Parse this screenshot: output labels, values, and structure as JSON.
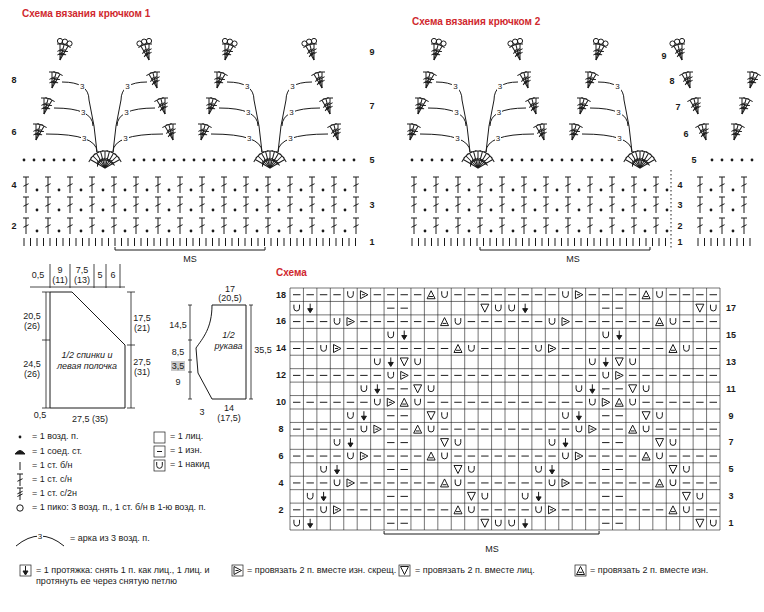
{
  "diagram": {
    "nodes": [
      {
        "text": [
          "1/2 спинки и левая полочка"
        ]
      },
      {
        "text": [
          "1/2 рукава"
        ]
      }
    ],
    "labels": [
      "Схема вязания крючком 1",
      "Схема вязания крючком 2",
      "8",
      "6",
      "4",
      "2",
      "9",
      "7",
      "5",
      "3",
      "1",
      "MS",
      "9",
      "8",
      "7",
      "6",
      "5",
      "4",
      "3",
      "2",
      "1",
      "MS",
      "0,5",
      "9",
      "(11)",
      "7,5",
      "(13)",
      "5",
      "6",
      "20,5",
      "(26)",
      "17,5",
      "(21)",
      "24,5",
      "(26)",
      "27,5",
      "(31)",
      "0,5",
      "27,5 (35)",
      "17",
      "(20,5)",
      "14,5",
      "35,5",
      "8,5",
      "3,5",
      "9",
      "3",
      "14",
      "(17,5)",
      "Схема",
      "18",
      "16",
      "14",
      "12",
      "10",
      "8",
      "6",
      "4",
      "2",
      "17",
      "15",
      "13",
      "11",
      "9",
      "7",
      "5",
      "3",
      "1",
      "MS",
      "3",
      "3",
      "3",
      "3",
      "3",
      "3",
      "3",
      "3",
      "3",
      "3",
      "3",
      "3",
      "3",
      "3",
      "3",
      "3",
      "3",
      "3",
      "3",
      "3",
      "3",
      "3"
    ],
    "legend": [
      {
        "text": "= 1 возд. п."
      },
      {
        "text": "= 1 соед. ст."
      },
      {
        "text": "= 1 ст. б/н"
      },
      {
        "text": "= 1 ст. с/н"
      },
      {
        "text": "= 1 ст. с/2н"
      },
      {
        "text": "= 1 пико: 3 возд. п., 1 ст. б/н в 1-ю возд. п."
      },
      {
        "text": "= арка из 3 возд. п."
      },
      {
        "text": "= 1 лиц."
      },
      {
        "text": "= 1 изн."
      },
      {
        "text": "= 1 накид"
      },
      {
        "text": "= 1 протяжка: снять 1 п. как лиц., 1 лиц. и протянуть ее через снятую петлю"
      },
      {
        "text": "= провязать 2 п. вместе изн. скрещ."
      },
      {
        "text": "= провязать 2 п. вместе лиц."
      },
      {
        "text": "= провязать 2 п. вместе изн."
      }
    ]
  }
}
